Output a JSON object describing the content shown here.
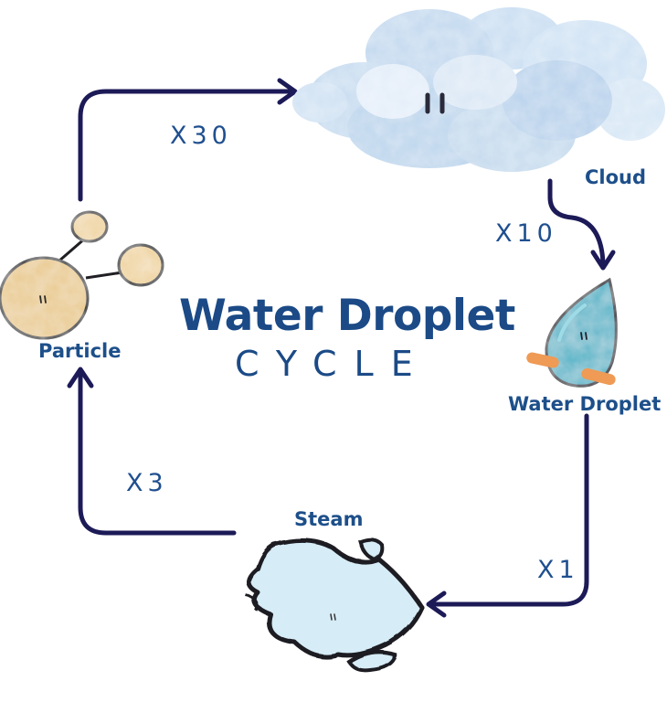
{
  "title": {
    "main": "Water Droplet",
    "sub": "CYCLE"
  },
  "nodes": {
    "cloud": "Cloud",
    "water_droplet": "Water Droplet",
    "steam": "Steam",
    "particle": "Particle"
  },
  "multipliers": {
    "particle_to_cloud": "X30",
    "cloud_to_droplet": "X10",
    "droplet_to_steam": "X1",
    "steam_to_particle": "X3"
  },
  "colors": {
    "arrow": "#1c1a57",
    "label": "#1d4f8a",
    "cloud": "#bcd6ee",
    "droplet": "#4fb5c8",
    "steam": "#d3ebf5",
    "particle": "#efd39c",
    "feet": "#ef9a55"
  }
}
